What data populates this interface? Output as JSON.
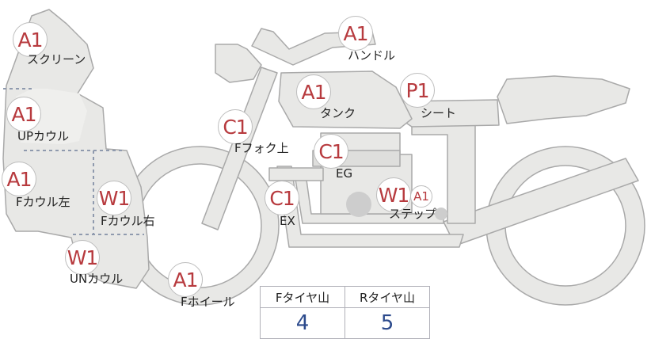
{
  "colors": {
    "body_fill": "#e8e8e6",
    "body_stroke": "#a9a9a9",
    "badge_text": "#b73a3e",
    "value_text": "#2c4a8c"
  },
  "parts": [
    {
      "id": "screen",
      "grade": "A1",
      "label": "スクリーン"
    },
    {
      "id": "up-cowl",
      "grade": "A1",
      "label": "UPカウル"
    },
    {
      "id": "f-cowl-left",
      "grade": "A1",
      "label": "Fカウル左"
    },
    {
      "id": "f-cowl-right",
      "grade": "W1",
      "label": "Fカウル右"
    },
    {
      "id": "un-cowl",
      "grade": "W1",
      "label": "UNカウル"
    },
    {
      "id": "f-wheel",
      "grade": "A1",
      "label": "Fホイール"
    },
    {
      "id": "f-fork-upper",
      "grade": "C1",
      "label": "Fフォク上"
    },
    {
      "id": "handle",
      "grade": "A1",
      "label": "ハンドル"
    },
    {
      "id": "tank",
      "grade": "A1",
      "label": "タンク"
    },
    {
      "id": "seat",
      "grade": "P1",
      "label": "シート"
    },
    {
      "id": "engine",
      "grade": "C1",
      "label": "EG"
    },
    {
      "id": "exhaust",
      "grade": "C1",
      "label": "EX"
    },
    {
      "id": "step",
      "grade": "W1",
      "grade2": "A1",
      "label": "ステップ"
    }
  ],
  "tread_table": {
    "headers": [
      "Fタイヤ山",
      "Rタイヤ山"
    ],
    "values": [
      "4",
      "5"
    ]
  }
}
